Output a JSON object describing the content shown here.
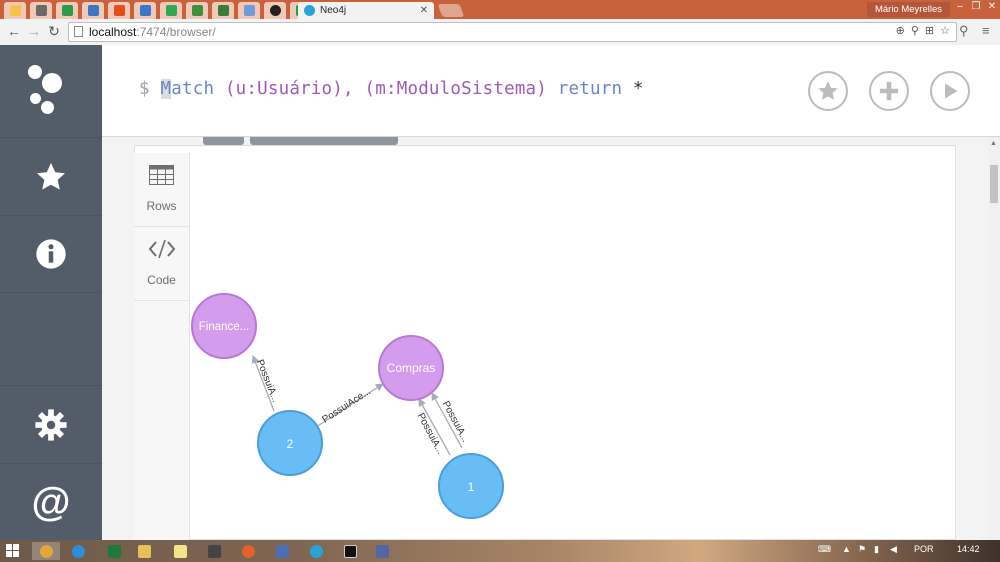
{
  "browser": {
    "active_tab_title": "Neo4j",
    "user_name": "Mário Meyrelles",
    "url_host": "localhost",
    "url_path": ":7474/browser/",
    "pinned_tab_colors": [
      "#f5c24a",
      "#6a6a6a",
      "#2d9b4a",
      "#3b77c4",
      "#e24e1b",
      "#3b77c4",
      "#2fa84f",
      "#3f8f3f",
      "#222222",
      "#1aa34a"
    ]
  },
  "sidebar": {
    "items": [
      {
        "name": "favorites",
        "icon": "star-icon"
      },
      {
        "name": "information",
        "icon": "info-icon"
      },
      {
        "name": "settings",
        "icon": "gear-icon"
      },
      {
        "name": "about",
        "icon": "at-icon"
      }
    ]
  },
  "editor": {
    "prompt": "$",
    "query_cursor": "M",
    "query_kw1": "atch",
    "query_part1": " (u:Usuário), ",
    "query_part2": "(m:ModuloSistema)",
    "query_kw2": " return",
    "query_star": " *",
    "buttons": [
      "favorite-star",
      "add-plus",
      "run-play"
    ]
  },
  "view_modes": {
    "rows_label": "Rows",
    "code_label": "Code"
  },
  "graph": {
    "nodes": [
      {
        "id": "financeiro",
        "label": "Finance...",
        "color": "#d49cec",
        "stroke": "#b978d6"
      },
      {
        "id": "compras",
        "label": "Compras",
        "color": "#d49cec",
        "stroke": "#b978d6"
      },
      {
        "id": "user2",
        "label": "2",
        "color": "#68bdf6",
        "stroke": "#4a9fd8"
      },
      {
        "id": "user1",
        "label": "1",
        "color": "#68bdf6",
        "stroke": "#4a9fd8"
      }
    ],
    "edges": [
      {
        "from": "user2",
        "to": "financeiro",
        "label": "PossuiA..."
      },
      {
        "from": "user2",
        "to": "compras",
        "label": "PossuiAce..."
      },
      {
        "from": "user1",
        "to": "compras",
        "label": "PossuiA...",
        "side": "left"
      },
      {
        "from": "user1",
        "to": "compras",
        "label": "PossuiA...",
        "side": "right"
      }
    ]
  },
  "taskbar": {
    "language": "POR",
    "time": "14:42"
  }
}
